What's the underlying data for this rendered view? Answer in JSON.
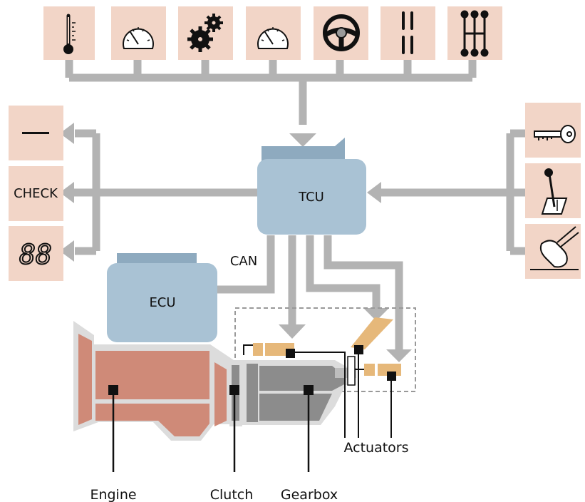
{
  "colors": {
    "pipe": "#b3b3b3",
    "sensor_box": "#f2d5c7",
    "controller": "#a9c2d4",
    "controller_dark": "#8eaabf",
    "engine": "#cf8a78",
    "engine_outline": "#dcdcdc",
    "gearbox_dark": "#8c8c8c",
    "gearbox_light": "#bdbdbd",
    "actuator": "#e6b87a",
    "marker": "#111111"
  },
  "sensors": [
    {
      "icon": "thermometer-icon"
    },
    {
      "icon": "gauge-icon"
    },
    {
      "icon": "gears-icon"
    },
    {
      "icon": "gauge-icon"
    },
    {
      "icon": "steering-wheel-icon"
    },
    {
      "icon": "parallel-lines-icon"
    },
    {
      "icon": "shift-pattern-icon"
    }
  ],
  "indicators": {
    "top_icon": "dash-icon",
    "middle_text": "CHECK",
    "bottom_text": "88"
  },
  "inputs": [
    {
      "icon": "key-icon"
    },
    {
      "icon": "selector-lever-icon"
    },
    {
      "icon": "foot-pedal-icon"
    }
  ],
  "labels": {
    "tcu": "TCU",
    "ecu": "ECU",
    "can": "CAN",
    "engine": "Engine",
    "clutch": "Clutch",
    "gearbox": "Gearbox",
    "actuators": "Actuators"
  }
}
